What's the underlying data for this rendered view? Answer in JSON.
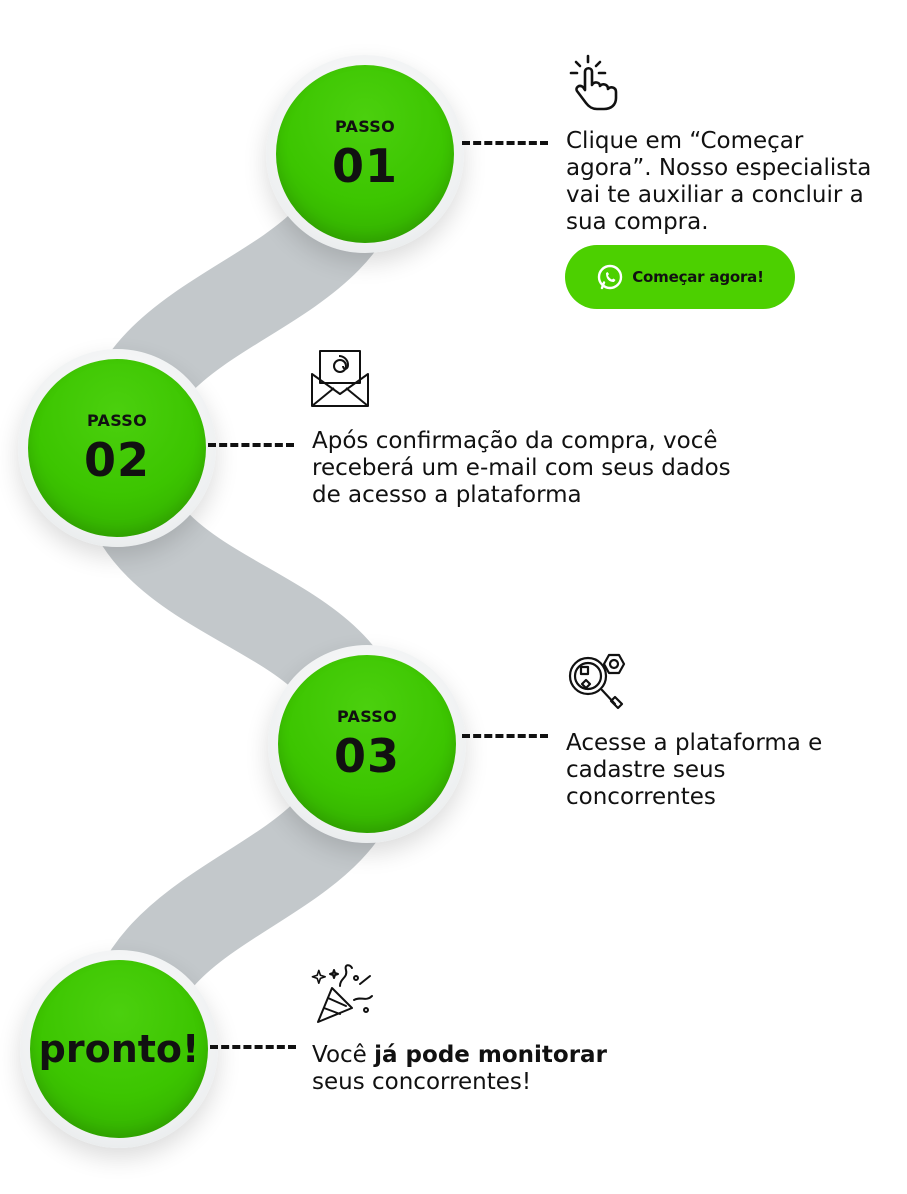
{
  "steps": [
    {
      "label": "PASSO",
      "number": "01",
      "text": "Clique em “Começar agora”. Nosso especialista vai te auxiliar a concluir a sua compra.",
      "icon": "tap-hand-icon"
    },
    {
      "label": "PASSO",
      "number": "02",
      "text": "Após confirmação da compra, você receberá um e-mail com seus dados de acesso a plataforma",
      "icon": "email-envelope-icon"
    },
    {
      "label": "PASSO",
      "number": "03",
      "text": "Acesse a plataforma e cadastre seus concorrentes",
      "icon": "competitor-search-icon"
    }
  ],
  "cta": {
    "label": "Começar agora!",
    "icon": "whatsapp-icon"
  },
  "final": {
    "label": "pronto!",
    "text_prefix": "Você ",
    "text_bold": "já pode monitorar",
    "text_suffix": "seus concorrentes!",
    "icon": "party-popper-icon"
  },
  "colors": {
    "green": "#3cc500",
    "green_button": "#4cd000",
    "path_gray": "#c3c8cb",
    "text": "#111111"
  }
}
